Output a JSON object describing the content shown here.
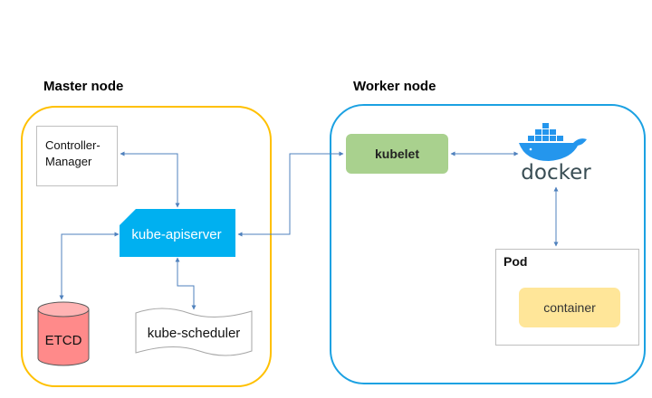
{
  "master": {
    "heading": "Master node"
  },
  "worker": {
    "heading": "Worker node"
  },
  "components": {
    "controller_manager": [
      "Controller-",
      "Manager"
    ],
    "apiserver": "kube-apiserver",
    "etcd": "ETCD",
    "scheduler": "kube-scheduler",
    "kubelet": "kubelet",
    "docker": "docker",
    "pod": "Pod",
    "container": "container"
  },
  "colors": {
    "master_border": "#ffc000",
    "worker_border": "#1ba1e2",
    "apiserver": "#00b0f0",
    "etcd": "#ff8a8a",
    "kubelet": "#a9d18e",
    "container": "#ffe699",
    "docker_blue": "#2496ed",
    "connector": "#4f81bd"
  },
  "icons": [
    "docker-whale-icon",
    "database-cylinder-icon",
    "document-shape-icon"
  ]
}
